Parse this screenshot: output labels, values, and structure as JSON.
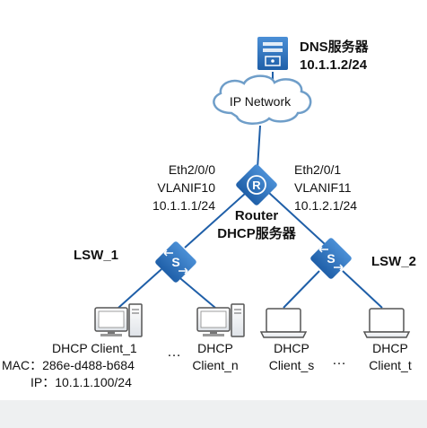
{
  "dns_server": {
    "label": "DNS服务器",
    "ip": "10.1.1.2/24"
  },
  "cloud": {
    "label": "IP Network"
  },
  "router": {
    "left_if": [
      "Eth2/0/0",
      "VLANIF10",
      "10.1.1.1/24"
    ],
    "right_if": [
      "Eth2/0/1",
      "VLANIF11",
      "10.1.2.1/24"
    ],
    "name": "Router",
    "role": "DHCP服务器",
    "icon_letter": "R"
  },
  "switches": [
    {
      "name": "LSW_1",
      "icon_letter": "S"
    },
    {
      "name": "LSW_2",
      "icon_letter": "S"
    }
  ],
  "clients": [
    {
      "line1": "DHCP Client_1",
      "line2": "MAC：286e-d488-b684",
      "line3": "IP：10.1.1.100/24"
    },
    {
      "line1": "DHCP",
      "line2": "Client_n"
    },
    {
      "line1": "DHCP",
      "line2": "Client_s"
    },
    {
      "line1": "DHCP",
      "line2": "Client_t"
    }
  ],
  "ellipses": [
    "…",
    "…"
  ],
  "colors": {
    "device_blue": "#1f5fa8",
    "device_light_blue": "#4b8fd6",
    "link_blue": "#1f5fa8",
    "cloud_fill": "#ffffff",
    "cloud_stroke": "#6f9ec9"
  }
}
